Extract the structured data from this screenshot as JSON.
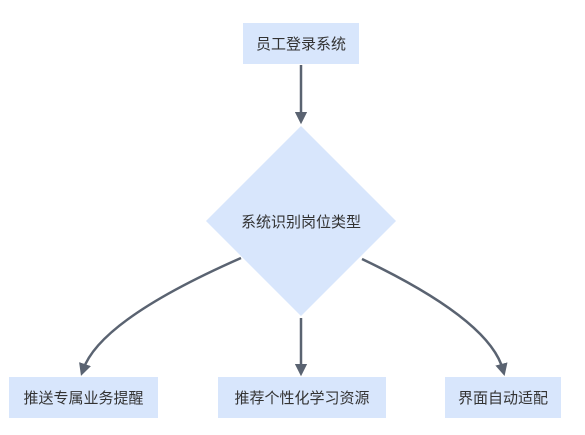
{
  "diagram": {
    "start_node": "员工登录系统",
    "decision_node": "系统识别岗位类型",
    "branches": [
      "推送专属业务提醒",
      "推荐个性化学习资源",
      "界面自动适配"
    ],
    "colors": {
      "node_fill": "#d8e6fc",
      "connector": "#5a6371",
      "text": "#333333"
    }
  }
}
